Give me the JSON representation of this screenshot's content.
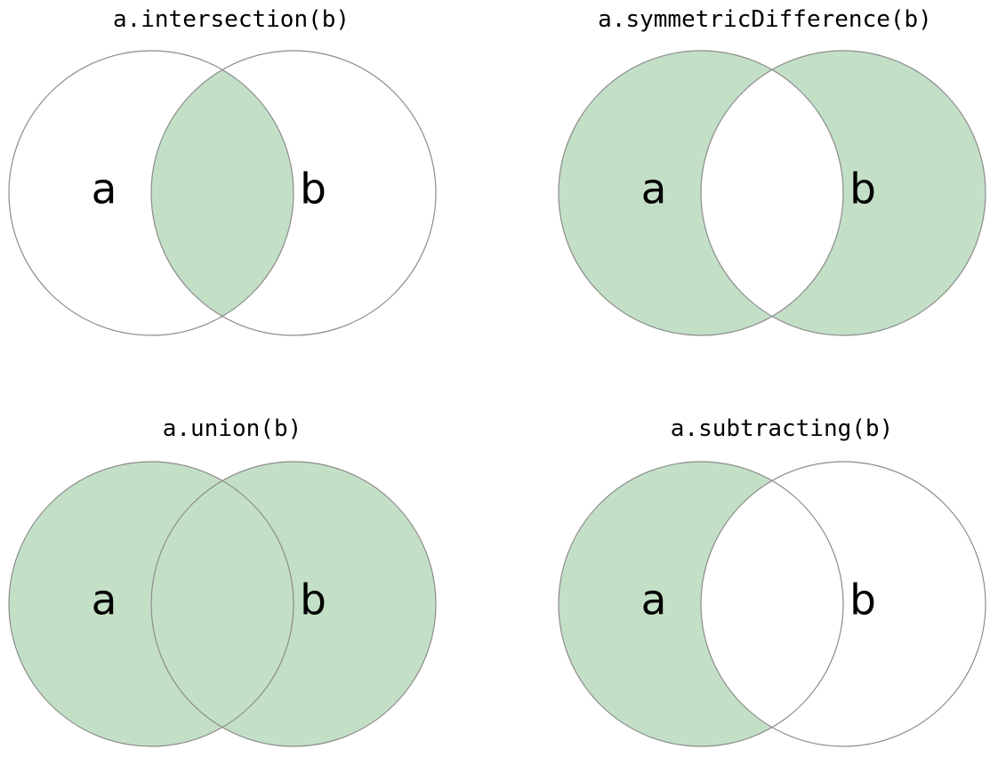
{
  "figure": {
    "type": "venn-set-operations",
    "background": "#ffffff",
    "colors": {
      "shaded_fill": "#c3e0c6",
      "unshaded_fill": "#ffffff",
      "circle_stroke": "#8c8c8c",
      "text": "#000000"
    },
    "set_labels": {
      "a": "a",
      "b": "b"
    },
    "diagrams": [
      {
        "id": "intersection",
        "title": "a.intersection(b)",
        "shaded_regions": [
          "intersection"
        ],
        "shaded": {
          "a_only": false,
          "intersection": true,
          "b_only": false
        }
      },
      {
        "id": "symmetric-difference",
        "title": "a.symmetricDifference(b)",
        "shaded_regions": [
          "a_only",
          "b_only"
        ],
        "shaded": {
          "a_only": true,
          "intersection": false,
          "b_only": true
        }
      },
      {
        "id": "union",
        "title": "a.union(b)",
        "shaded_regions": [
          "a_only",
          "intersection",
          "b_only"
        ],
        "shaded": {
          "a_only": true,
          "intersection": true,
          "b_only": true
        }
      },
      {
        "id": "subtracting",
        "title": "a.subtracting(b)",
        "shaded_regions": [
          "a_only"
        ],
        "shaded": {
          "a_only": true,
          "intersection": false,
          "b_only": false
        }
      }
    ]
  }
}
